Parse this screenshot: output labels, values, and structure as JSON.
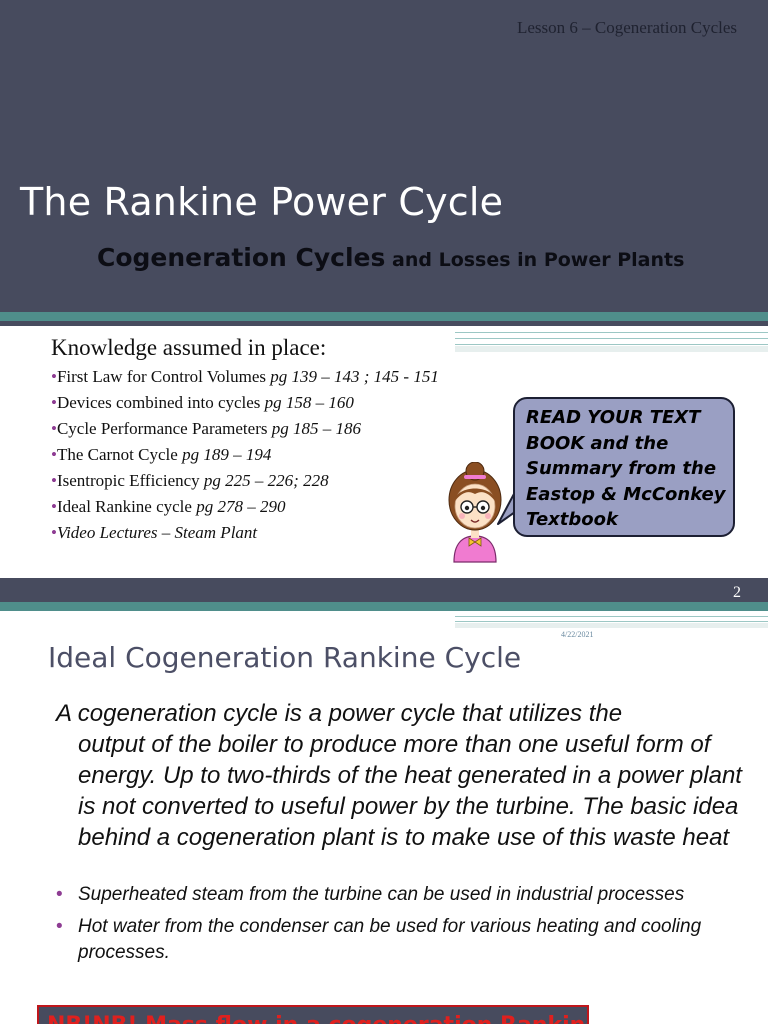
{
  "slide1": {
    "lesson_label": "Lesson 6 – Cogeneration Cycles",
    "title": "The Rankine Power Cycle",
    "subtitle_main": "Cogeneration Cycles",
    "subtitle_rest": " and Losses in Power Plants",
    "knowledge_title": "Knowledge assumed in place:",
    "bullet_char": "•",
    "items": [
      {
        "text": "First Law for Control Volumes ",
        "pages": "pg 139 – 143 ; 145 - 151"
      },
      {
        "text": "Devices combined into cycles ",
        "pages": "pg 158 – 160"
      },
      {
        "text": "Cycle Performance Parameters ",
        "pages": "pg 185 – 186"
      },
      {
        "text": "The Carnot Cycle ",
        "pages": "pg 189 – 194"
      },
      {
        "text": "Isentropic Efficiency ",
        "pages": "pg 225 – 226; 228"
      },
      {
        "text": "Ideal Rankine cycle ",
        "pages": "pg 278 – 290"
      },
      {
        "text": "Video Lectures – Steam Plant",
        "pages": ""
      }
    ],
    "speech_bubble": "READ YOUR TEXT\nBOOK and the\nSummary from the\nEastop & McConkey\nTextbook",
    "colors": {
      "header_bg": "#474b5e",
      "accent_teal": "#4f8e8b",
      "bubble_bg": "#9a9fc3",
      "bullet_purple": "#8e3c93"
    },
    "illustration_icon": "cartoon-girl-with-glasses"
  },
  "slide2": {
    "page_number": "2",
    "date": "4/22/2021",
    "title": "Ideal Cogeneration Rankine Cycle",
    "body_first_line": "A cogeneration cycle is a power cycle that utilizes the",
    "body_rest": "output of the boiler to produce more than one useful form of energy.  Up to two-thirds of the heat generated in a power plant is not converted to useful power by  the turbine.  The basic idea behind a cogeneration plant is to make use of this waste heat",
    "bullets": [
      "Superheated steam from the turbine can be used in industrial processes",
      "Hot water from the condenser can be used for various heating and cooling processes."
    ],
    "nb_note": "NB!NB! Mass flow in a cogeneration Rankine cycle",
    "colors": {
      "title": "#4c4f66",
      "nb_border": "#c0161b",
      "nb_text": "#e0201e"
    }
  }
}
